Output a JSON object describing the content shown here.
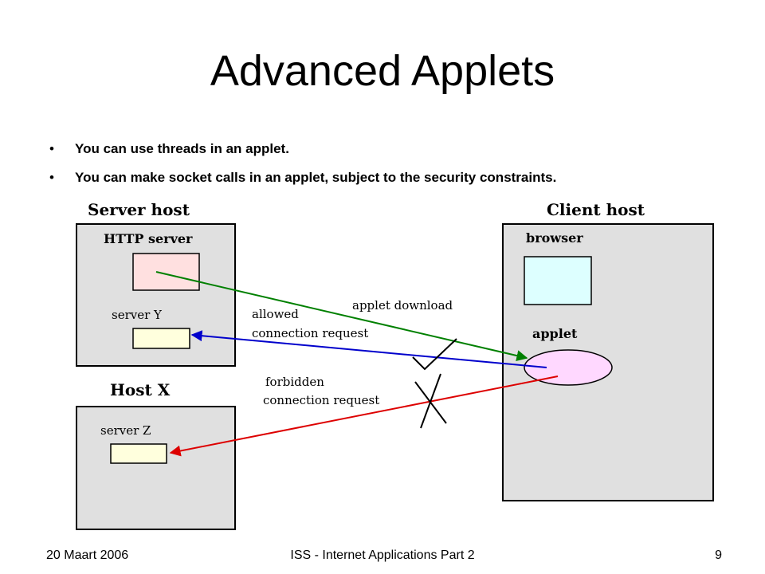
{
  "slide": {
    "title": "Advanced Applets",
    "bullets": [
      "You can use threads in an applet.",
      "You can make socket calls in an applet, subject to the security constraints."
    ],
    "bullet_symbol": "•"
  },
  "diagram": {
    "server_host": {
      "label": "Server host",
      "http_server": "HTTP server",
      "server_y": "server Y"
    },
    "host_x": {
      "label": "Host X",
      "server_z": "server Z"
    },
    "client_host": {
      "label": "Client host",
      "browser": "browser",
      "applet": "applet"
    },
    "arrows": {
      "download": {
        "label": "applet download",
        "color": "#008000"
      },
      "allowed": {
        "label_line1": "allowed",
        "label_line2": "connection request",
        "color": "#0000cc"
      },
      "forbidden": {
        "label_line1": "forbidden",
        "label_line2": "connection request",
        "color": "#dd0000"
      }
    },
    "colors": {
      "host_fill": "#e0e0e0",
      "http_box": "#ffe0e0",
      "server_box": "#ffffdd",
      "browser_box": "#ddffff",
      "applet_ellipse": "#ffd8ff"
    }
  },
  "footer": {
    "date": "20 Maart 2006",
    "course": "ISS - Internet Applications Part 2",
    "page": "9"
  }
}
